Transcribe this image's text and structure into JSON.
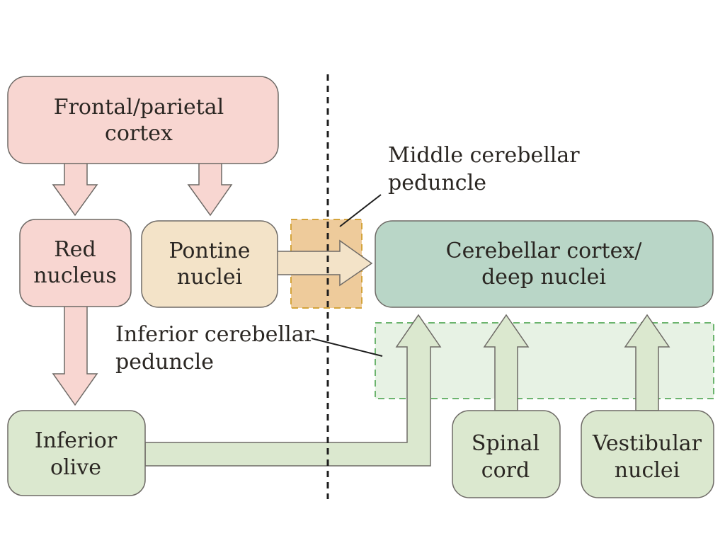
{
  "diagram": {
    "colors": {
      "red_fill": "#f8d6d1",
      "tan_fill": "#f3e3c8",
      "teal_fill": "#b9d6c7",
      "green_fill": "#dbe8cf",
      "green_zone": "#e7f2e4",
      "tan_zone": "#eecb9b",
      "stroke": "#6e6a66"
    },
    "nodes": {
      "frontal": [
        "Frontal/parietal",
        "cortex"
      ],
      "red_nucleus": [
        "Red",
        "nucleus"
      ],
      "pontine": [
        "Pontine",
        "nuclei"
      ],
      "cerebellar": [
        "Cerebellar cortex/",
        "deep nuclei"
      ],
      "inferior_olive": [
        "Inferior",
        "olive"
      ],
      "spinal_cord": [
        "Spinal",
        "cord"
      ],
      "vestibular": [
        "Vestibular",
        "nuclei"
      ]
    },
    "labels": {
      "middle_peduncle": [
        "Middle cerebellar",
        "peduncle"
      ],
      "inferior_peduncle": [
        "Inferior cerebellar",
        "peduncle"
      ]
    }
  }
}
